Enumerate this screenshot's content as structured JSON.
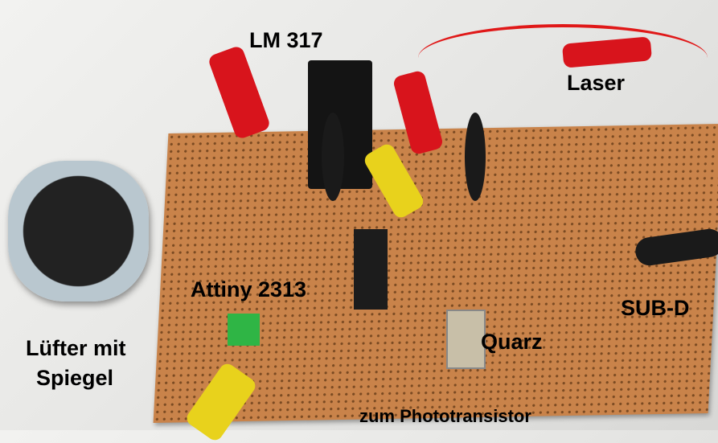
{
  "labels": {
    "lm317": "LM 317",
    "laser": "Laser",
    "attiny": "Attiny 2313",
    "luefter_line1": "Lüfter mit",
    "luefter_line2": "Spiegel",
    "quarz": "Quarz",
    "subd": "SUB-D",
    "phototransistor": "zum Phototransistor"
  }
}
